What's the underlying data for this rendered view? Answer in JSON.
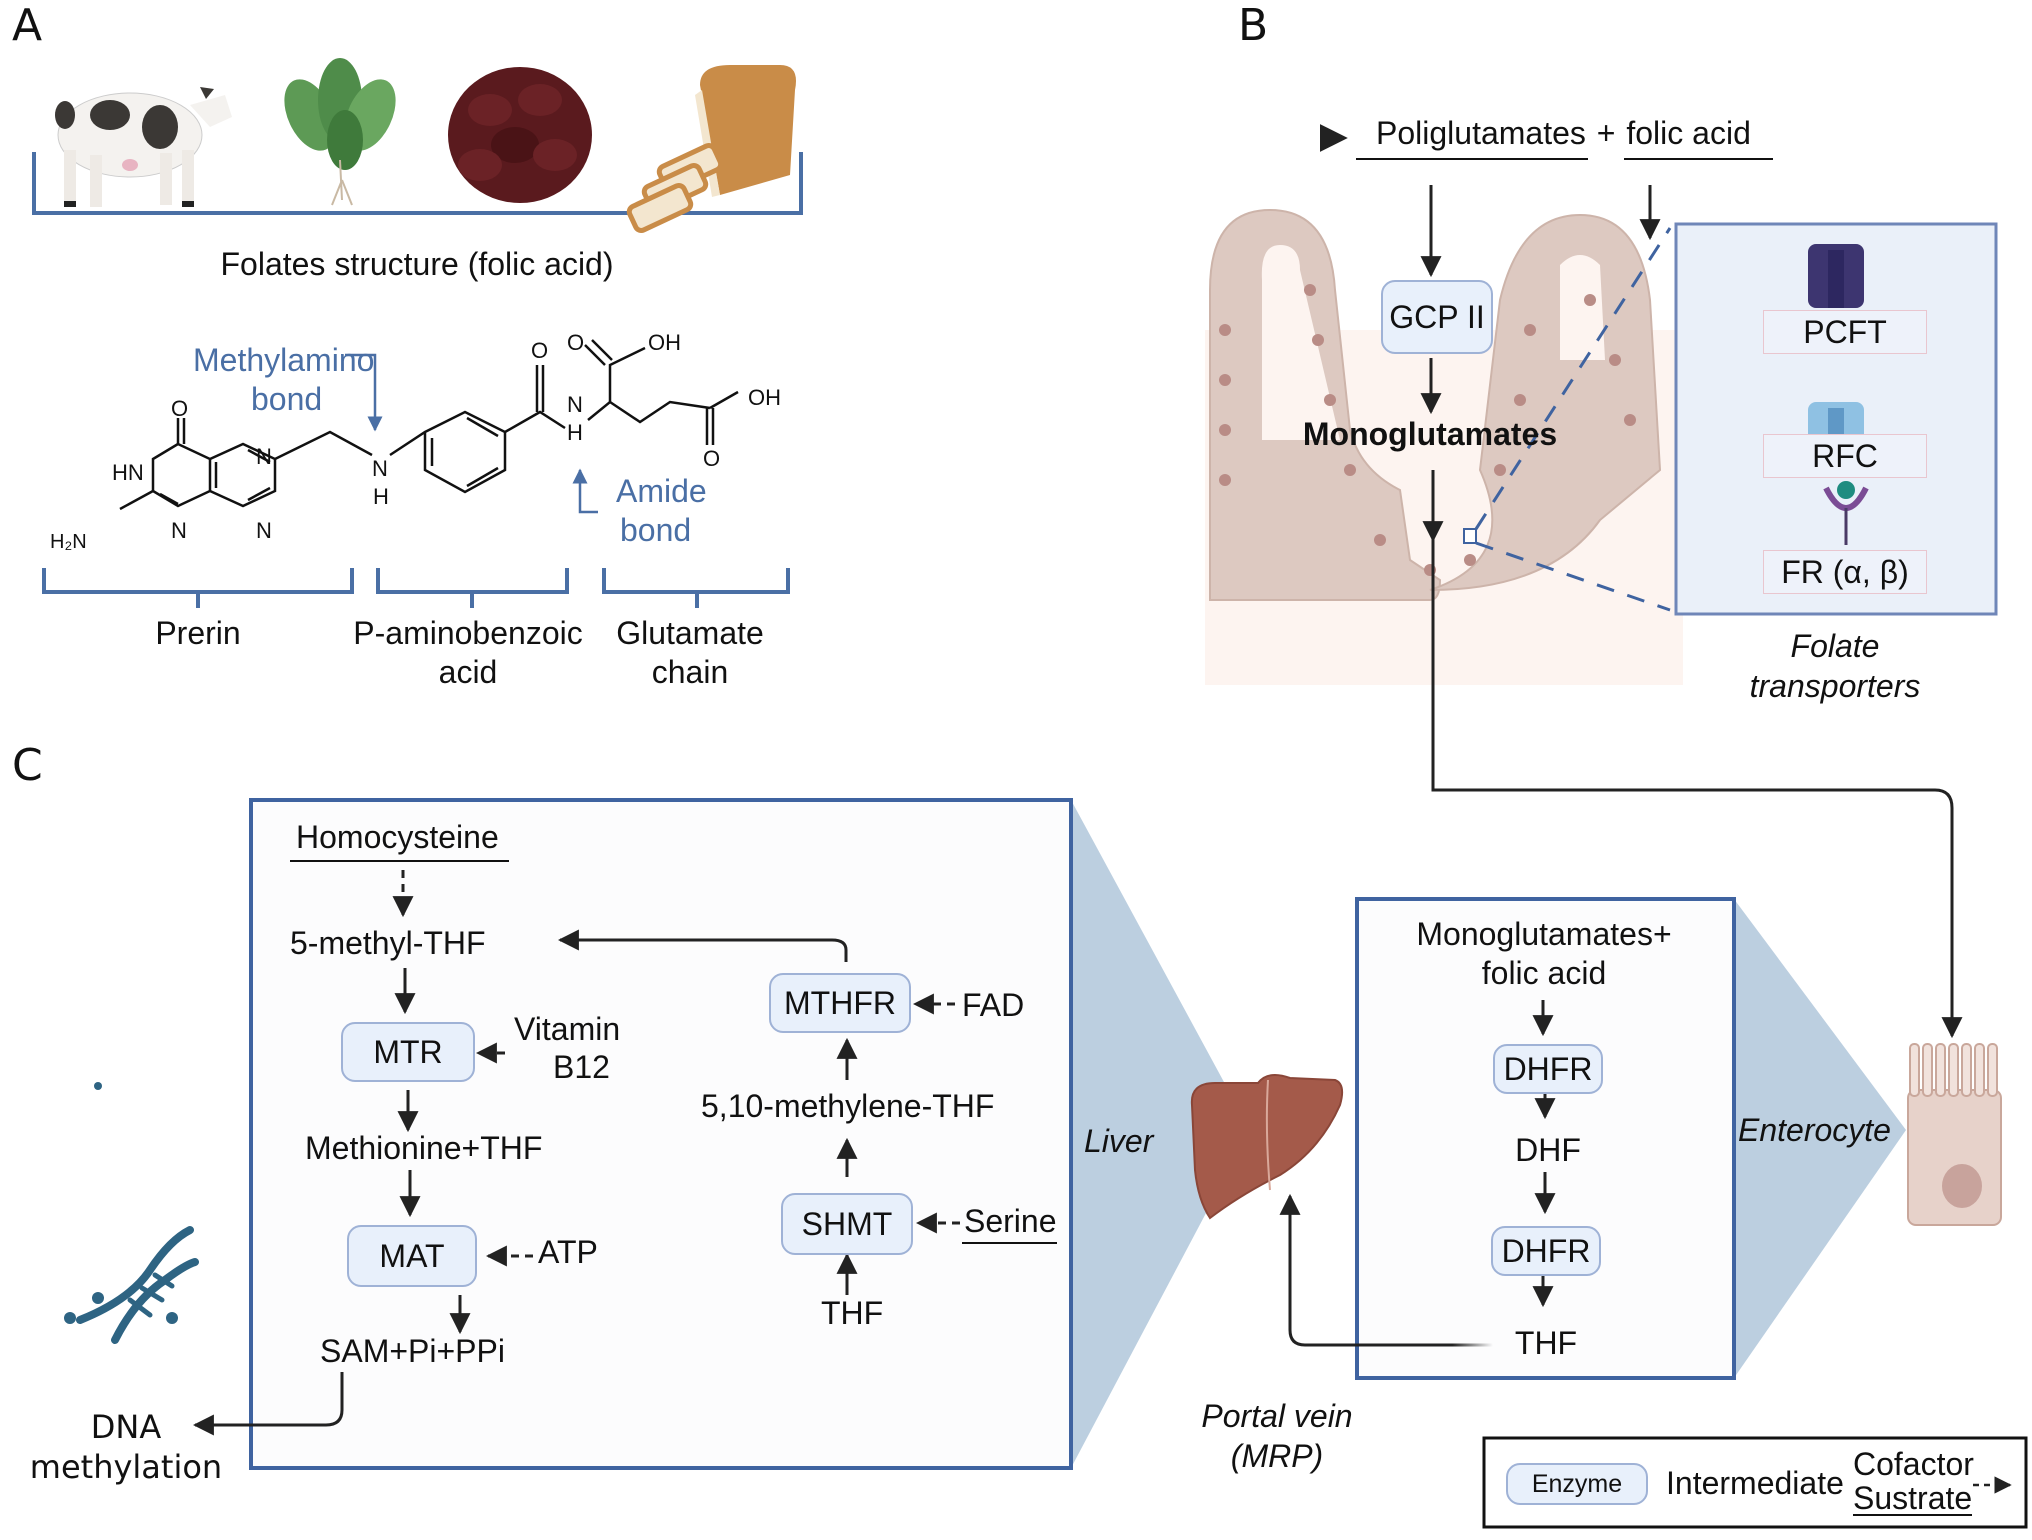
{
  "panels": {
    "a": {
      "label": "A",
      "food_sources": [
        {
          "name": "cow",
          "icon": "cow-icon"
        },
        {
          "name": "spinach",
          "icon": "spinach-icon"
        },
        {
          "name": "beans",
          "icon": "beans-icon"
        },
        {
          "name": "bread",
          "icon": "bread-icon"
        }
      ],
      "structure_title": "Folates structure (folic acid)",
      "annotations": {
        "methylamino_line1": "Methylamino",
        "methylamino_line2": "bond",
        "amide_line1": "Amide",
        "amide_line2": "bond"
      },
      "atoms": {
        "o1": "O",
        "hn": "HN",
        "h2n": "H₂N",
        "n1": "N",
        "n2": "N",
        "n3": "N",
        "nh_n": "N",
        "nh_h": "H",
        "o2": "O",
        "amide_n": "N",
        "amide_h": "H",
        "o3": "O",
        "oh1": "OH",
        "oh2": "OH",
        "o4": "O"
      },
      "segments": [
        {
          "line1": "Prerin",
          "line2": ""
        },
        {
          "line1": "P-aminobenzoic",
          "line2": "acid"
        },
        {
          "line1": "Glutamate",
          "line2": "chain"
        }
      ]
    },
    "b": {
      "label": "B",
      "input_left": "Poliglutamates",
      "plus": "+",
      "input_right": "folic acid",
      "enzyme": "GCP II",
      "product": "Monoglutamates",
      "transporters": [
        "PCFT",
        "RFC",
        "FR (α, β)"
      ],
      "transporters_caption_line1": "Folate",
      "transporters_caption_line2": "transporters"
    },
    "c": {
      "label": "C",
      "liver_cycle": {
        "homocysteine": "Homocysteine",
        "methyl_thf": "5-methyl-THF",
        "mtr": "MTR",
        "vitamin_line1": "Vitamin",
        "vitamin_line2": "B12",
        "methionine_thf": "Methionine+THF",
        "mat": "MAT",
        "atp": "ATP",
        "sam": "SAM+Pi+PPi",
        "mthfr": "MTHFR",
        "fad": "FAD",
        "methylene_thf": "5,10-methylene-THF",
        "shmt": "SHMT",
        "serine": "Serine",
        "thf": "THF"
      },
      "dna": {
        "line1": "DNA",
        "line2": "methylation"
      },
      "liver_label": "Liver",
      "portal_line1": "Portal vein",
      "portal_line2": "(MRP)",
      "enterocyte_label": "Enterocyte",
      "enterocyte_cycle": {
        "input_line1": "Monoglutamates+",
        "input_line2": "folic acid",
        "dhfr1": "DHFR",
        "dhf": "DHF",
        "dhfr2": "DHFR",
        "thf": "THF"
      }
    }
  },
  "legend": {
    "enzyme": "Enzyme",
    "intermediate": "Intermediate",
    "cofactor": "Cofactor",
    "substrate": "Sustrate"
  },
  "colors": {
    "frame_blue": "#3f63a0",
    "annotation_blue": "#4a6fa5",
    "enzyme_fill": "#e8f0fb",
    "enzyme_border": "#9fb2d6",
    "projection_blue": "#bccfe0",
    "tissue": "#dcc8c0",
    "liver": "#a45a4a"
  }
}
